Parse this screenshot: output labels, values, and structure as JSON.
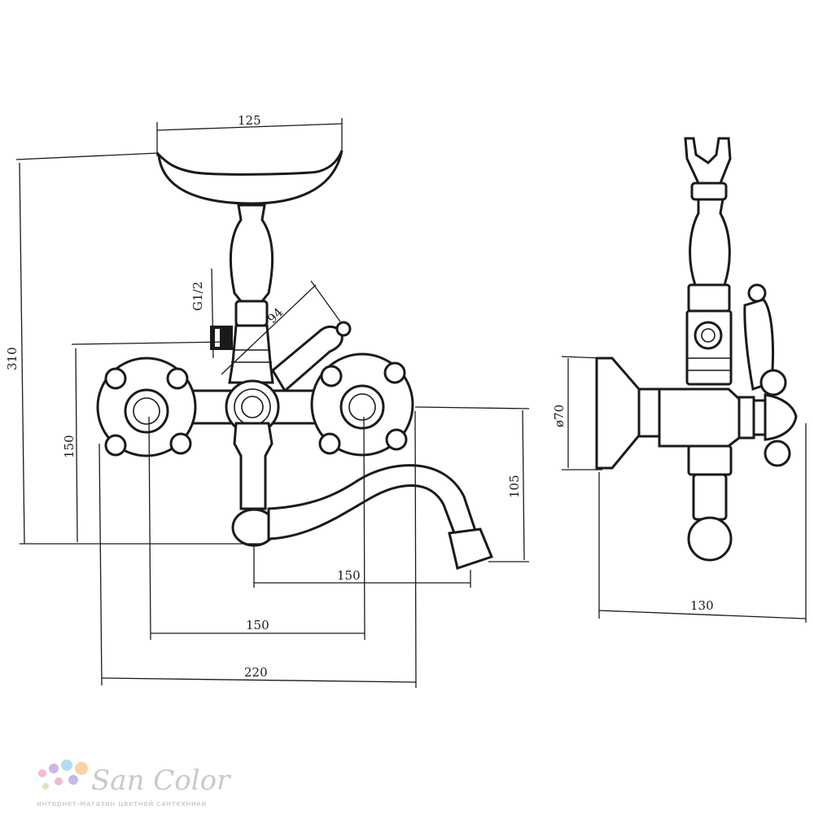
{
  "dimensions": {
    "holder_width": "125",
    "total_height": "310",
    "inlet_height": "150",
    "thread": "G1/2",
    "handle_angle": "94",
    "spout_drop": "105",
    "spout_reach": "150",
    "centers": "150",
    "overall_width": "220",
    "flange_diameter": "ø70",
    "depth": "130"
  },
  "watermark": {
    "brand": "San Color",
    "tagline": "интернет-магазин цветной сантехники",
    "dot_colors": [
      "#f4a7c4",
      "#b7a6e8",
      "#9fd4f2",
      "#f7c98f",
      "#c6e8a3"
    ]
  }
}
